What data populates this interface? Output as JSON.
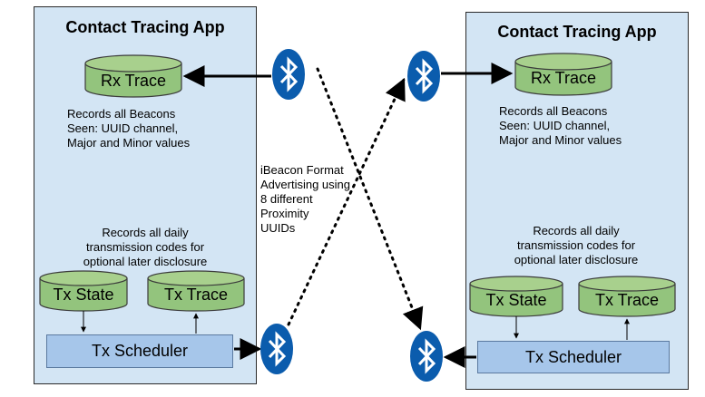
{
  "left_app": {
    "title": "Contact Tracing App",
    "rx_trace": "Rx Trace",
    "rx_note": [
      "Records all Beacons",
      "Seen: UUID channel,",
      "Major and Minor values"
    ],
    "tx_note": [
      "Records all daily",
      "transmission codes for",
      "optional later disclosure"
    ],
    "tx_state": "Tx State",
    "tx_trace": "Tx Trace",
    "tx_scheduler": "Tx Scheduler"
  },
  "right_app": {
    "title": "Contact Tracing App",
    "rx_trace": "Rx Trace",
    "rx_note": [
      "Records all Beacons",
      "Seen: UUID channel,",
      "Major and Minor values"
    ],
    "tx_note": [
      "Records all daily",
      "transmission codes for",
      "optional later disclosure"
    ],
    "tx_state": "Tx State",
    "tx_trace": "Tx Trace",
    "tx_scheduler": "Tx Scheduler"
  },
  "annotation": [
    "iBeacon Format",
    "Advertising using",
    "8 different",
    "Proximity",
    "UUIDs"
  ],
  "icons": {
    "bluetooth": "bluetooth-icon",
    "bluetooth_color": "#0b5cad"
  },
  "colors": {
    "app_fill": "#d3e5f4",
    "database_fill": "#93c47d",
    "scheduler_fill": "#a6c6ea"
  }
}
